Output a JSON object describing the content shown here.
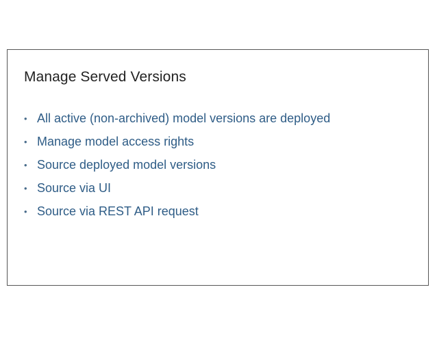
{
  "slide": {
    "title": "Manage Served Versions",
    "bullet_glyph": "•",
    "bullets": [
      "All active (non-archived) model versions are deployed",
      "Manage model access rights",
      "Source deployed model versions",
      "Source via UI",
      "Source via REST API request"
    ],
    "colors": {
      "title": "#222222",
      "bullet_text": "#2e5c86",
      "border": "#555555",
      "background": "#ffffff"
    }
  }
}
